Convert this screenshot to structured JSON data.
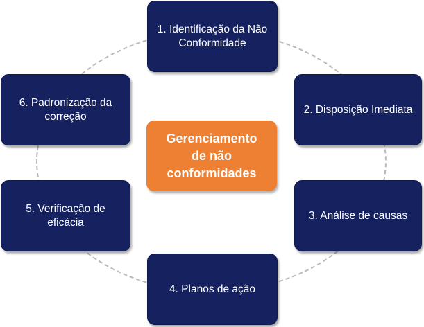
{
  "center": {
    "label": "Gerenciamento de não conformidades",
    "color": "#EE8034"
  },
  "steps": [
    {
      "label": "1. Identificação da Não Conformidade"
    },
    {
      "label": "2. Disposição Imediata"
    },
    {
      "label": "3. Análise de causas"
    },
    {
      "label": "4. Planos de ação"
    },
    {
      "label": "5. Verificação de eficácia"
    },
    {
      "label": "6. Padronização da correção"
    }
  ],
  "colors": {
    "step_fill": "#15225F",
    "ring": "#B9B9B9"
  }
}
